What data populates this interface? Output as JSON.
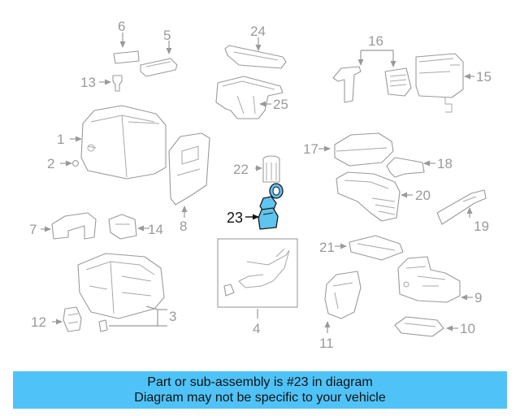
{
  "labels": {
    "l1": "1",
    "l2": "2",
    "l3": "3",
    "l4": "4",
    "l5": "5",
    "l6": "6",
    "l7": "7",
    "l8": "8",
    "l9": "9",
    "l10": "10",
    "l11": "11",
    "l12": "12",
    "l13": "13",
    "l14": "14",
    "l15": "15",
    "l16": "16",
    "l17": "17",
    "l18": "18",
    "l19": "19",
    "l20": "20",
    "l21": "21",
    "l22": "22",
    "l23": "23",
    "l24": "24",
    "l25": "25"
  },
  "highlight": {
    "accent": "#5ec4f0"
  },
  "banner": {
    "line1": "Part or sub-assembly is #23 in diagram",
    "line2": "Diagram may not be specific to your vehicle",
    "color": "#4fc3f7"
  }
}
